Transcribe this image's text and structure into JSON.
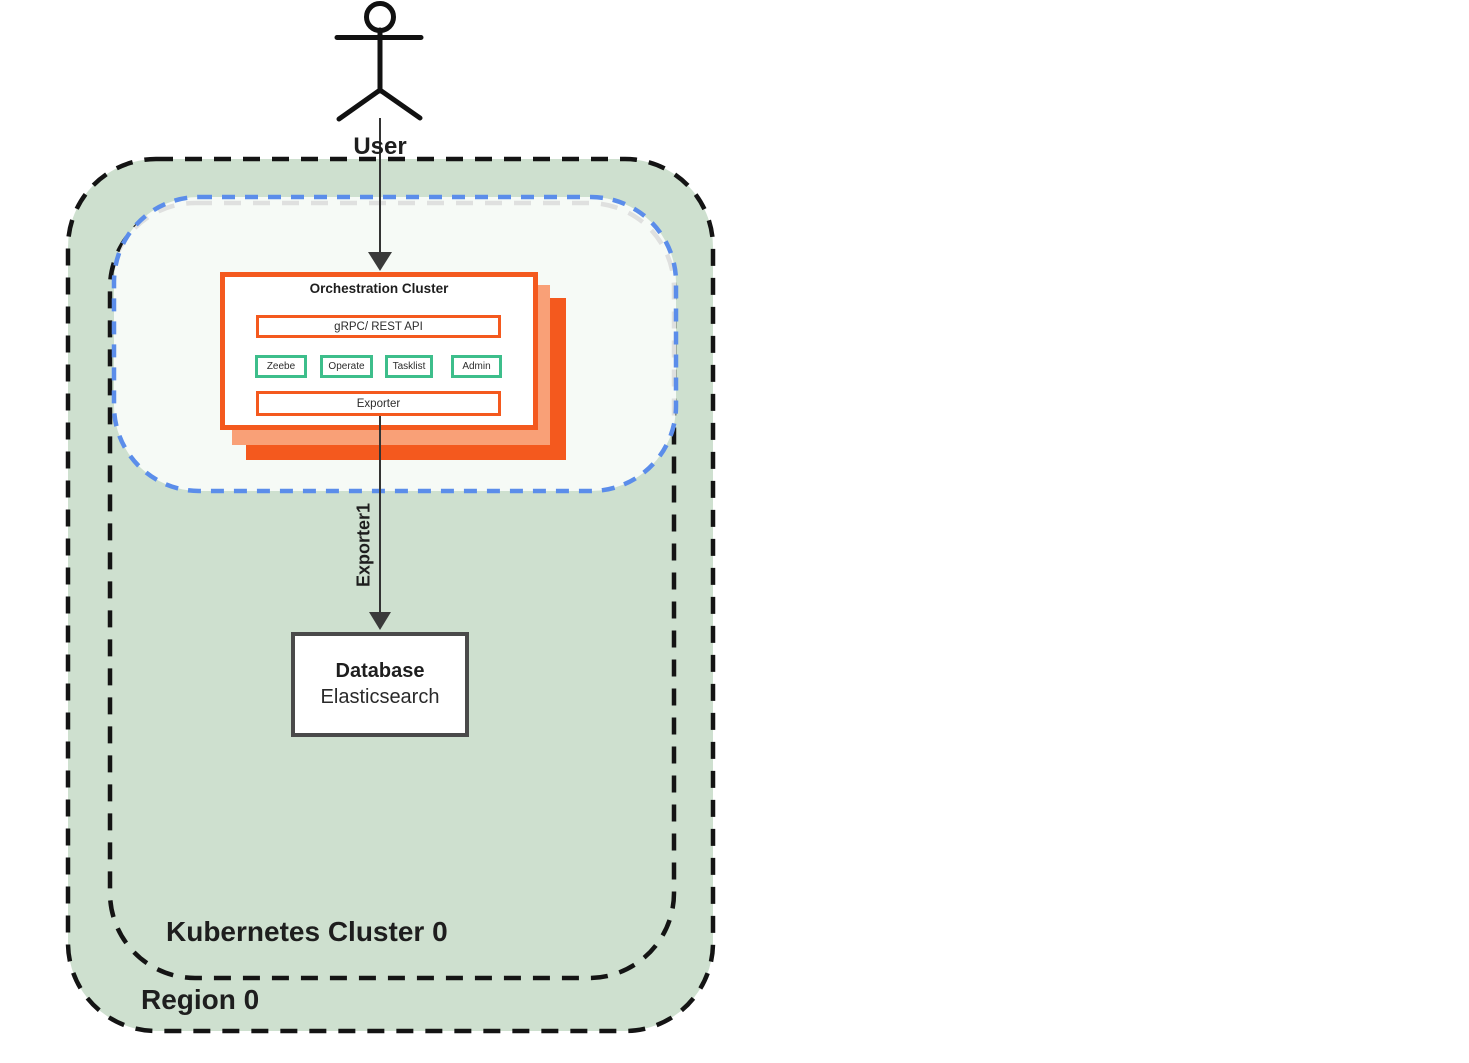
{
  "actor": {
    "label": "User"
  },
  "zones": {
    "region": {
      "label": "Region 0"
    },
    "kubernetes_cluster": {
      "label": "Kubernetes Cluster 0"
    }
  },
  "orchestration_cluster": {
    "title": "Orchestration Cluster",
    "api": "gRPC/ REST API",
    "components": [
      "Zeebe",
      "Operate",
      "Tasklist",
      "Admin"
    ],
    "exporter": "Exporter"
  },
  "database": {
    "name": "Database",
    "technology": "Elasticsearch"
  },
  "connections": {
    "exporter_label": "Exporter1"
  },
  "colors": {
    "orange": "#F4591E",
    "orange_light": "#F9A077",
    "green_border": "#3DBE8B",
    "blue_dash": "#5B8DEA",
    "zone_fill": "#CEE0CF",
    "db_border": "#4A4A4A",
    "line": "#333333",
    "dash_black": "#141414",
    "text": "#1E1E1E"
  }
}
